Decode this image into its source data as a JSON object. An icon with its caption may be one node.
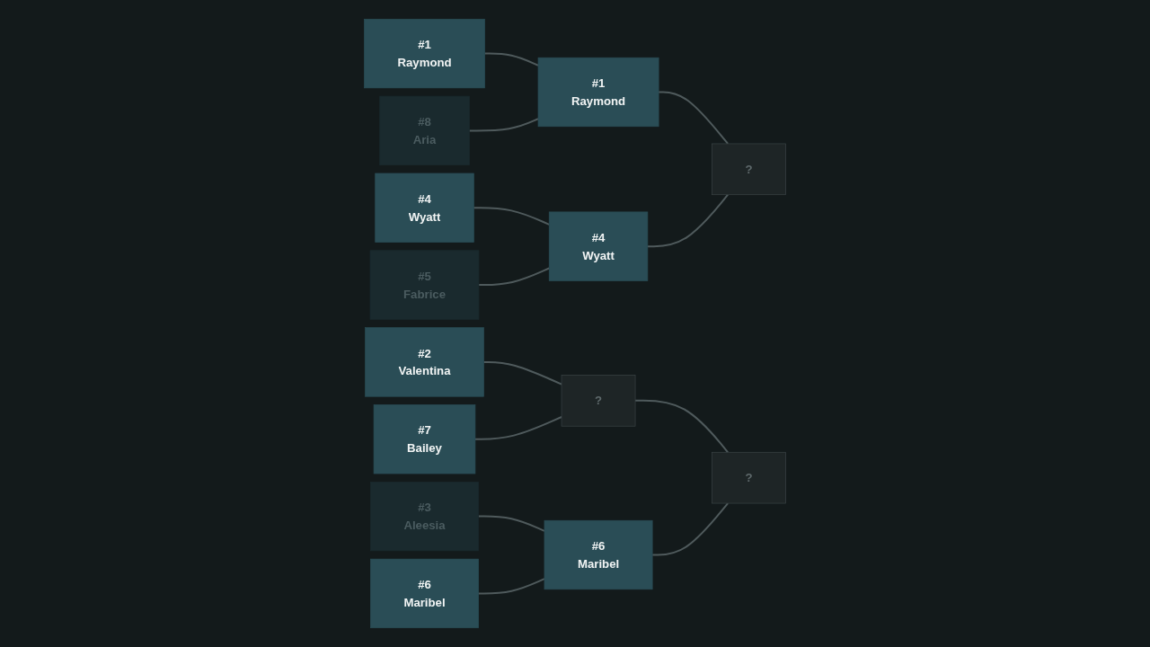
{
  "diagram": {
    "nodes": [
      {
        "text": [
          "#1",
          "Raymond"
        ]
      },
      {
        "text": [
          "#8",
          "Aria"
        ]
      },
      {
        "text": [
          "#4",
          "Wyatt"
        ]
      },
      {
        "text": [
          "#5",
          "Fabrice"
        ]
      },
      {
        "text": [
          "#2",
          "Valentina"
        ]
      },
      {
        "text": [
          "#7",
          "Bailey"
        ]
      },
      {
        "text": [
          "#3",
          "Aleesia"
        ]
      },
      {
        "text": [
          "#6",
          "Maribel"
        ]
      },
      {
        "text": [
          "#1",
          "Raymond"
        ]
      },
      {
        "text": [
          "#4",
          "Wyatt"
        ]
      },
      {
        "text": [
          "?"
        ]
      },
      {
        "text": [
          "#6",
          "Maribel"
        ]
      },
      {
        "text": [
          "?"
        ]
      },
      {
        "text": [
          "?"
        ]
      }
    ],
    "edges": [
      {
        "from": 0,
        "to": 8,
        "arrow": "none"
      },
      {
        "from": 1,
        "to": 8,
        "arrow": "none"
      },
      {
        "from": 2,
        "to": 9,
        "arrow": "none"
      },
      {
        "from": 3,
        "to": 9,
        "arrow": "none"
      },
      {
        "from": 4,
        "to": 10,
        "arrow": "none"
      },
      {
        "from": 5,
        "to": 10,
        "arrow": "none"
      },
      {
        "from": 6,
        "to": 11,
        "arrow": "none"
      },
      {
        "from": 7,
        "to": 11,
        "arrow": "none"
      },
      {
        "from": 8,
        "to": 12,
        "arrow": "none"
      },
      {
        "from": 9,
        "to": 12,
        "arrow": "none"
      },
      {
        "from": 10,
        "to": 13,
        "arrow": "none"
      },
      {
        "from": 11,
        "to": 13,
        "arrow": "none"
      }
    ]
  }
}
